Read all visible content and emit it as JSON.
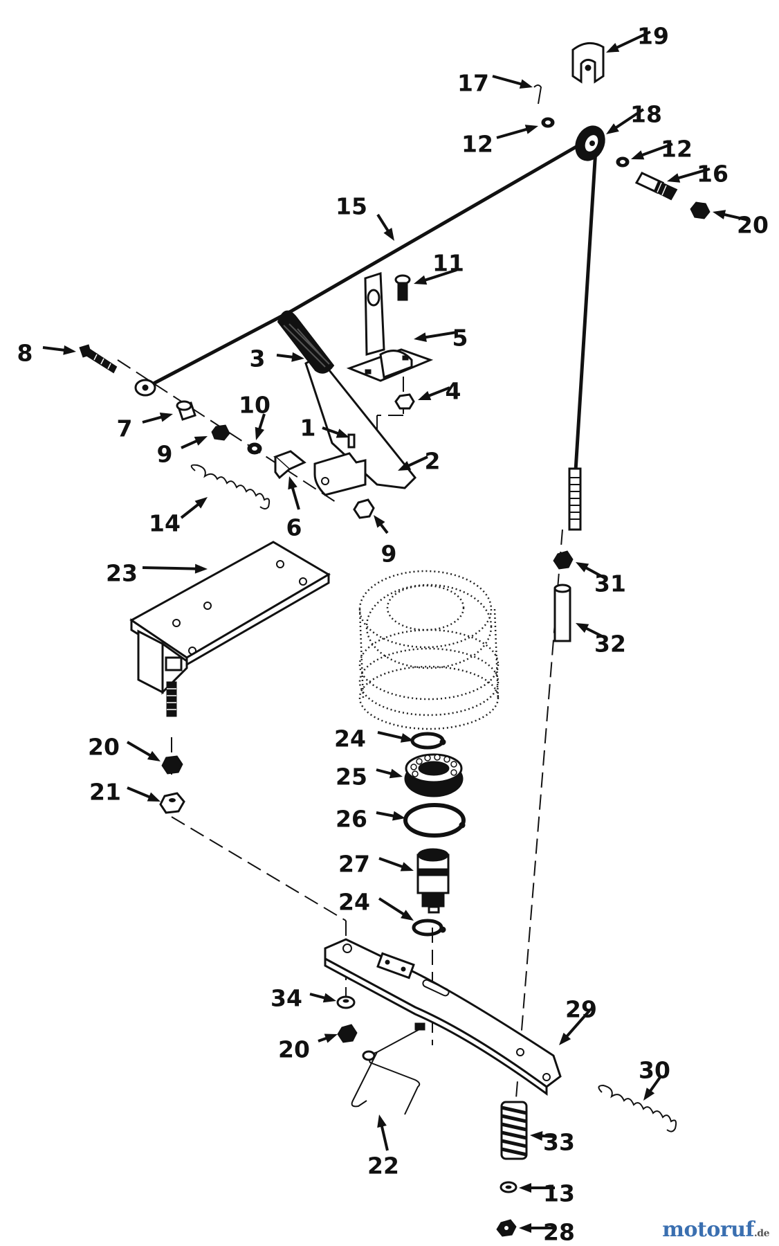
{
  "diagram": {
    "callouts": [
      {
        "id": "c1",
        "label": "1"
      },
      {
        "id": "c2",
        "label": "2"
      },
      {
        "id": "c3",
        "label": "3"
      },
      {
        "id": "c4",
        "label": "4"
      },
      {
        "id": "c5",
        "label": "5"
      },
      {
        "id": "c6",
        "label": "6"
      },
      {
        "id": "c7",
        "label": "7"
      },
      {
        "id": "c8",
        "label": "8"
      },
      {
        "id": "c9a",
        "label": "9"
      },
      {
        "id": "c9b",
        "label": "9"
      },
      {
        "id": "c10",
        "label": "10"
      },
      {
        "id": "c11",
        "label": "11"
      },
      {
        "id": "c12a",
        "label": "12"
      },
      {
        "id": "c12b",
        "label": "12"
      },
      {
        "id": "c13",
        "label": "13"
      },
      {
        "id": "c14",
        "label": "14"
      },
      {
        "id": "c15",
        "label": "15"
      },
      {
        "id": "c16",
        "label": "16"
      },
      {
        "id": "c17",
        "label": "17"
      },
      {
        "id": "c18",
        "label": "18"
      },
      {
        "id": "c19",
        "label": "19"
      },
      {
        "id": "c20a",
        "label": "20"
      },
      {
        "id": "c20b",
        "label": "20"
      },
      {
        "id": "c20c",
        "label": "20"
      },
      {
        "id": "c21",
        "label": "21"
      },
      {
        "id": "c22",
        "label": "22"
      },
      {
        "id": "c23",
        "label": "23"
      },
      {
        "id": "c24a",
        "label": "24"
      },
      {
        "id": "c24b",
        "label": "24"
      },
      {
        "id": "c25",
        "label": "25"
      },
      {
        "id": "c26",
        "label": "26"
      },
      {
        "id": "c27",
        "label": "27"
      },
      {
        "id": "c28",
        "label": "28"
      },
      {
        "id": "c29",
        "label": "29"
      },
      {
        "id": "c30",
        "label": "30"
      },
      {
        "id": "c31",
        "label": "31"
      },
      {
        "id": "c32",
        "label": "32"
      },
      {
        "id": "c33",
        "label": "33"
      },
      {
        "id": "c34",
        "label": "34"
      }
    ]
  },
  "watermark": {
    "base": "motoruf",
    "tld": ".de",
    "colors": [
      "#3a6fb0",
      "#d23b2f",
      "#e6a400",
      "#3f9a3f",
      "#7a4fa0"
    ]
  }
}
